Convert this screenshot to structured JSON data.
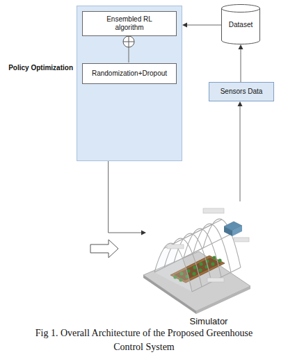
{
  "diagram": {
    "caption": "Fig 1. Overall Architecture of the Proposed Greenhouse Control System",
    "nodes": [
      {
        "text": [
          "Policy Optimization"
        ]
      },
      {
        "text": [
          "Ensembled RL algorithm"
        ],
        "in": 0
      },
      {
        "text": [
          "Randomization+Dropout"
        ],
        "in": 0
      },
      {
        "text": [
          "Dataset"
        ]
      },
      {
        "text": [
          "Sensors Data"
        ]
      },
      {
        "text": [
          "Simulator"
        ]
      }
    ],
    "edges": [
      {
        "from": 3,
        "to": 0,
        "arrow": "to"
      },
      {
        "from": 4,
        "to": 3,
        "arrow": "to"
      },
      {
        "from": 5,
        "to": 4,
        "arrow": "to"
      },
      {
        "from": 0,
        "to": 5,
        "arrow": "to"
      }
    ]
  }
}
